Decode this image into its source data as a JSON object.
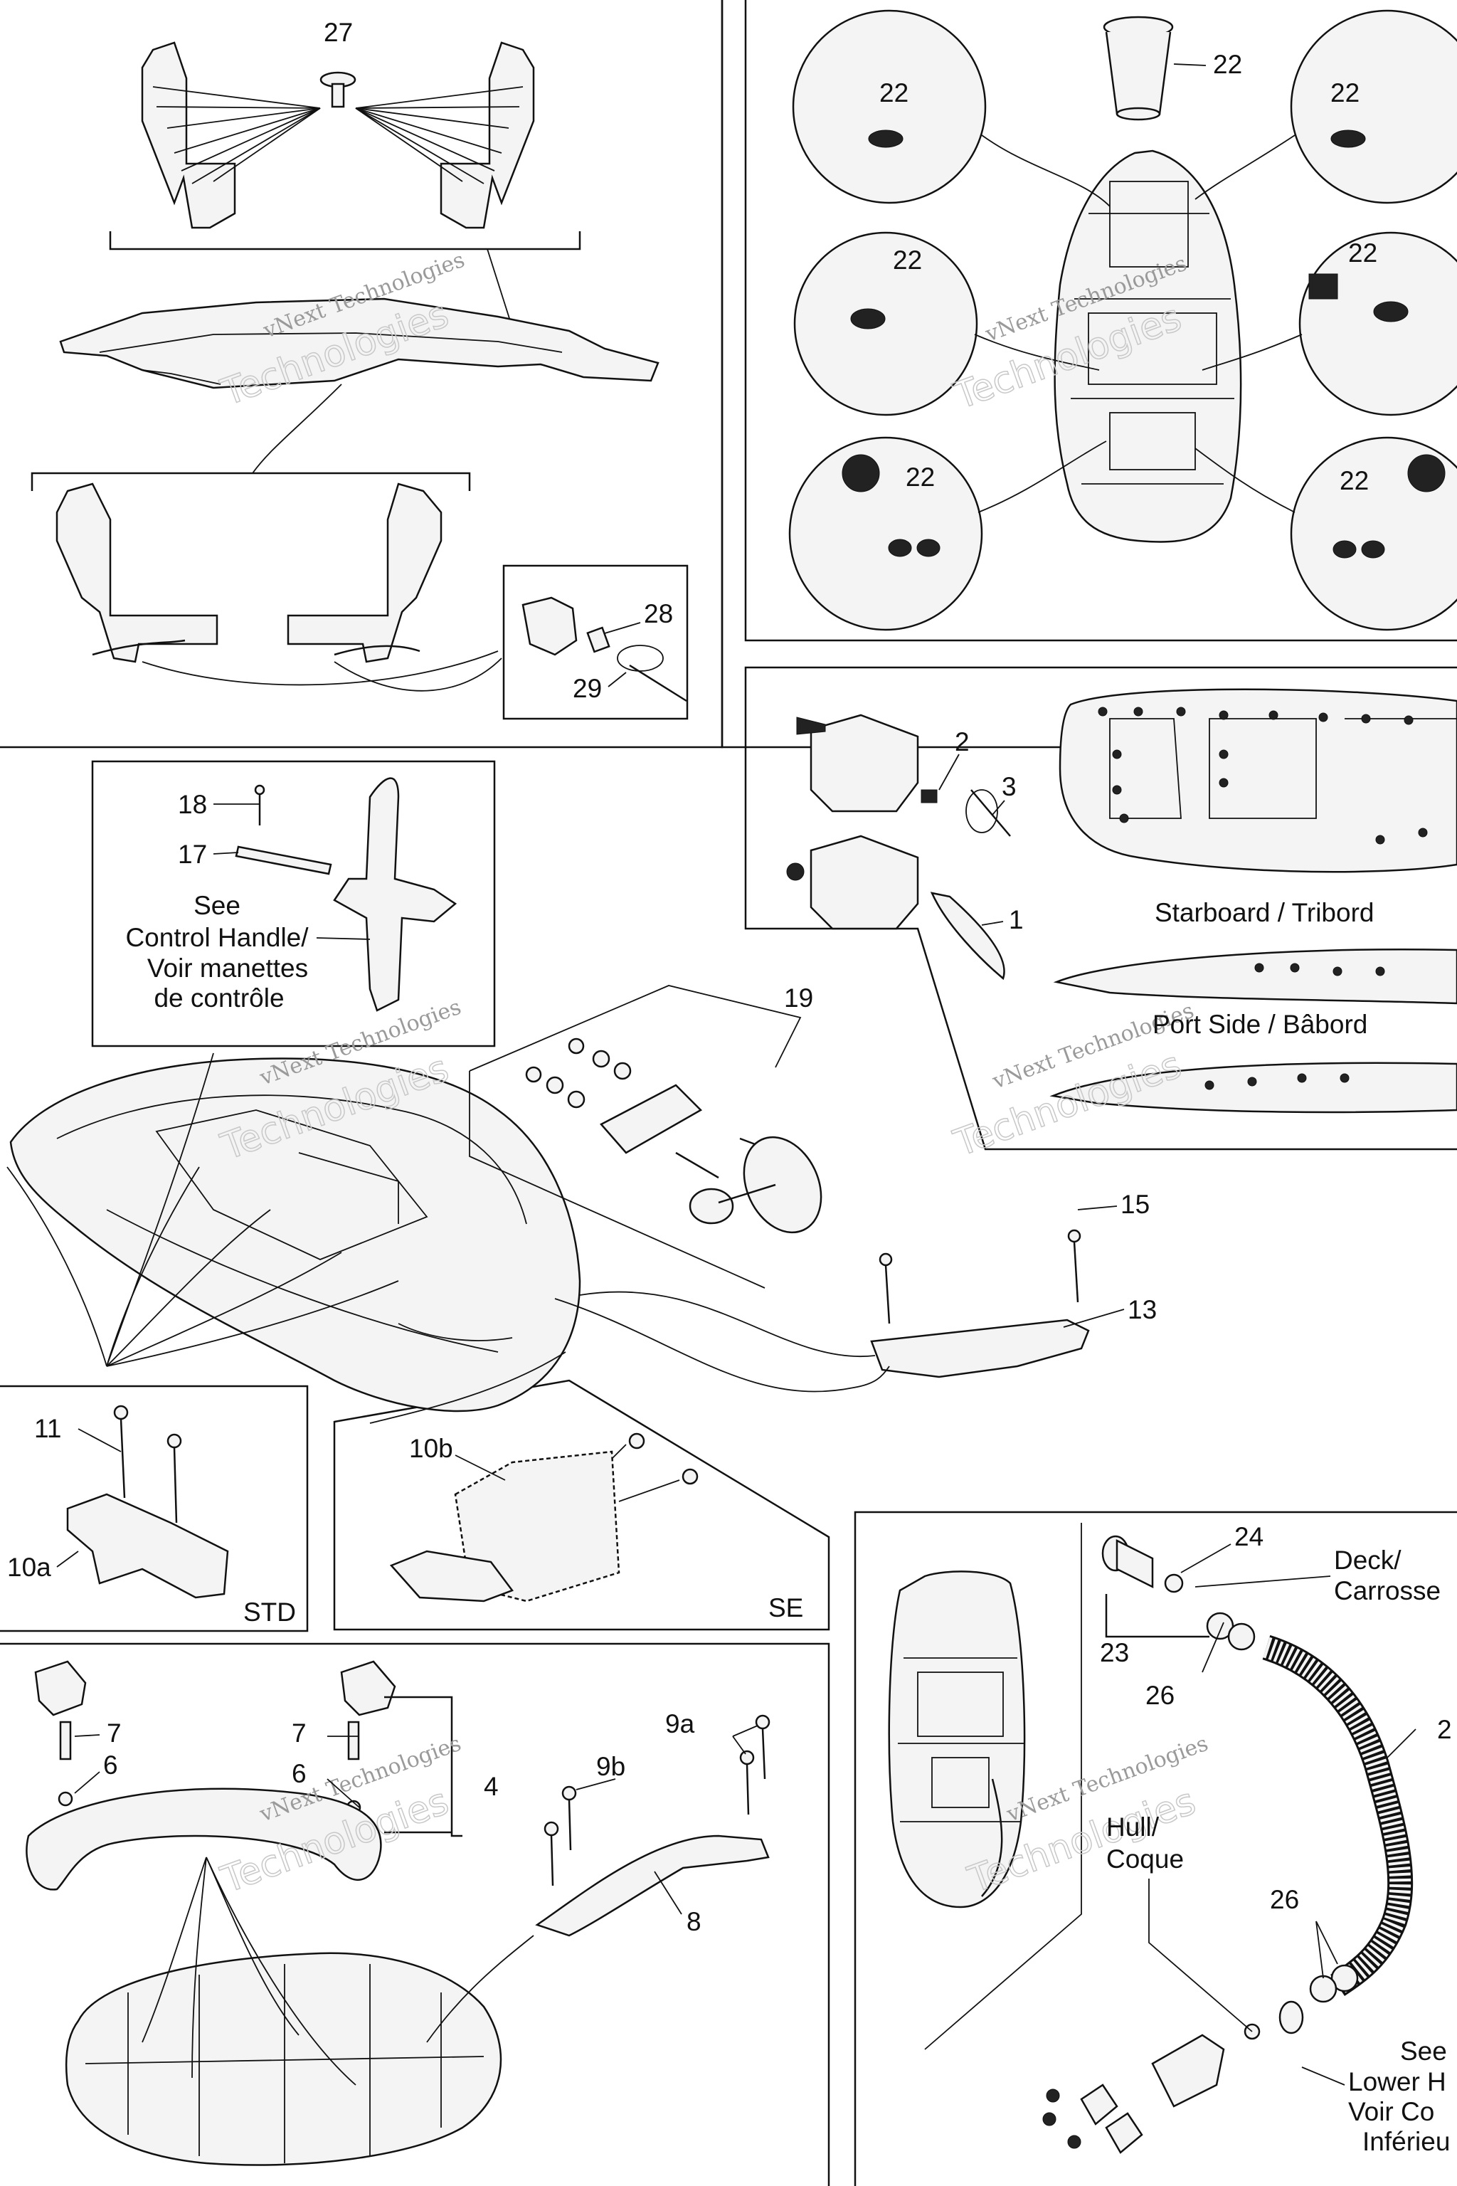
{
  "callouts": {
    "c27": "27",
    "c28": "28",
    "c29": "29",
    "c22a": "22",
    "c22b": "22",
    "c22c": "22",
    "c22d": "22",
    "c22e": "22",
    "c22f": "22",
    "c22g": "22",
    "c18": "18",
    "c17": "17",
    "c2": "2",
    "c3": "3",
    "c1": "1",
    "c19": "19",
    "c15": "15",
    "c13": "13",
    "c11": "11",
    "c10a": "10a",
    "c10b": "10b",
    "c24": "24",
    "c23": "23",
    "c26a": "26",
    "c26b": "26",
    "c25": "2",
    "c7a": "7",
    "c6a": "6",
    "c7b": "7",
    "c6b": "6",
    "c4": "4",
    "c9a": "9a",
    "c9b": "9b",
    "c8": "8"
  },
  "notes": {
    "see_line1": "See",
    "see_line2": "Control Handle/",
    "see_line3": "Voir manettes",
    "see_line4": "de contrôle",
    "starboard": "Starboard / Tribord",
    "port": "Port Side / Bâbord",
    "std": "STD",
    "se": "SE",
    "deck_line1": "Deck/",
    "deck_line2": "Carrosse",
    "hull_line1": "Hull/",
    "hull_line2": "Coque",
    "lower_line1": "See",
    "lower_line2": "Lower H",
    "lower_line3": "Voir Co",
    "lower_line4": "Inférieu"
  },
  "watermark": {
    "brand": "vNext",
    "company": "vNext Technologies",
    "word": "Technologies"
  },
  "colors": {
    "line": "#111111",
    "watermark": "#9a9a9a",
    "background": "#ffffff"
  }
}
